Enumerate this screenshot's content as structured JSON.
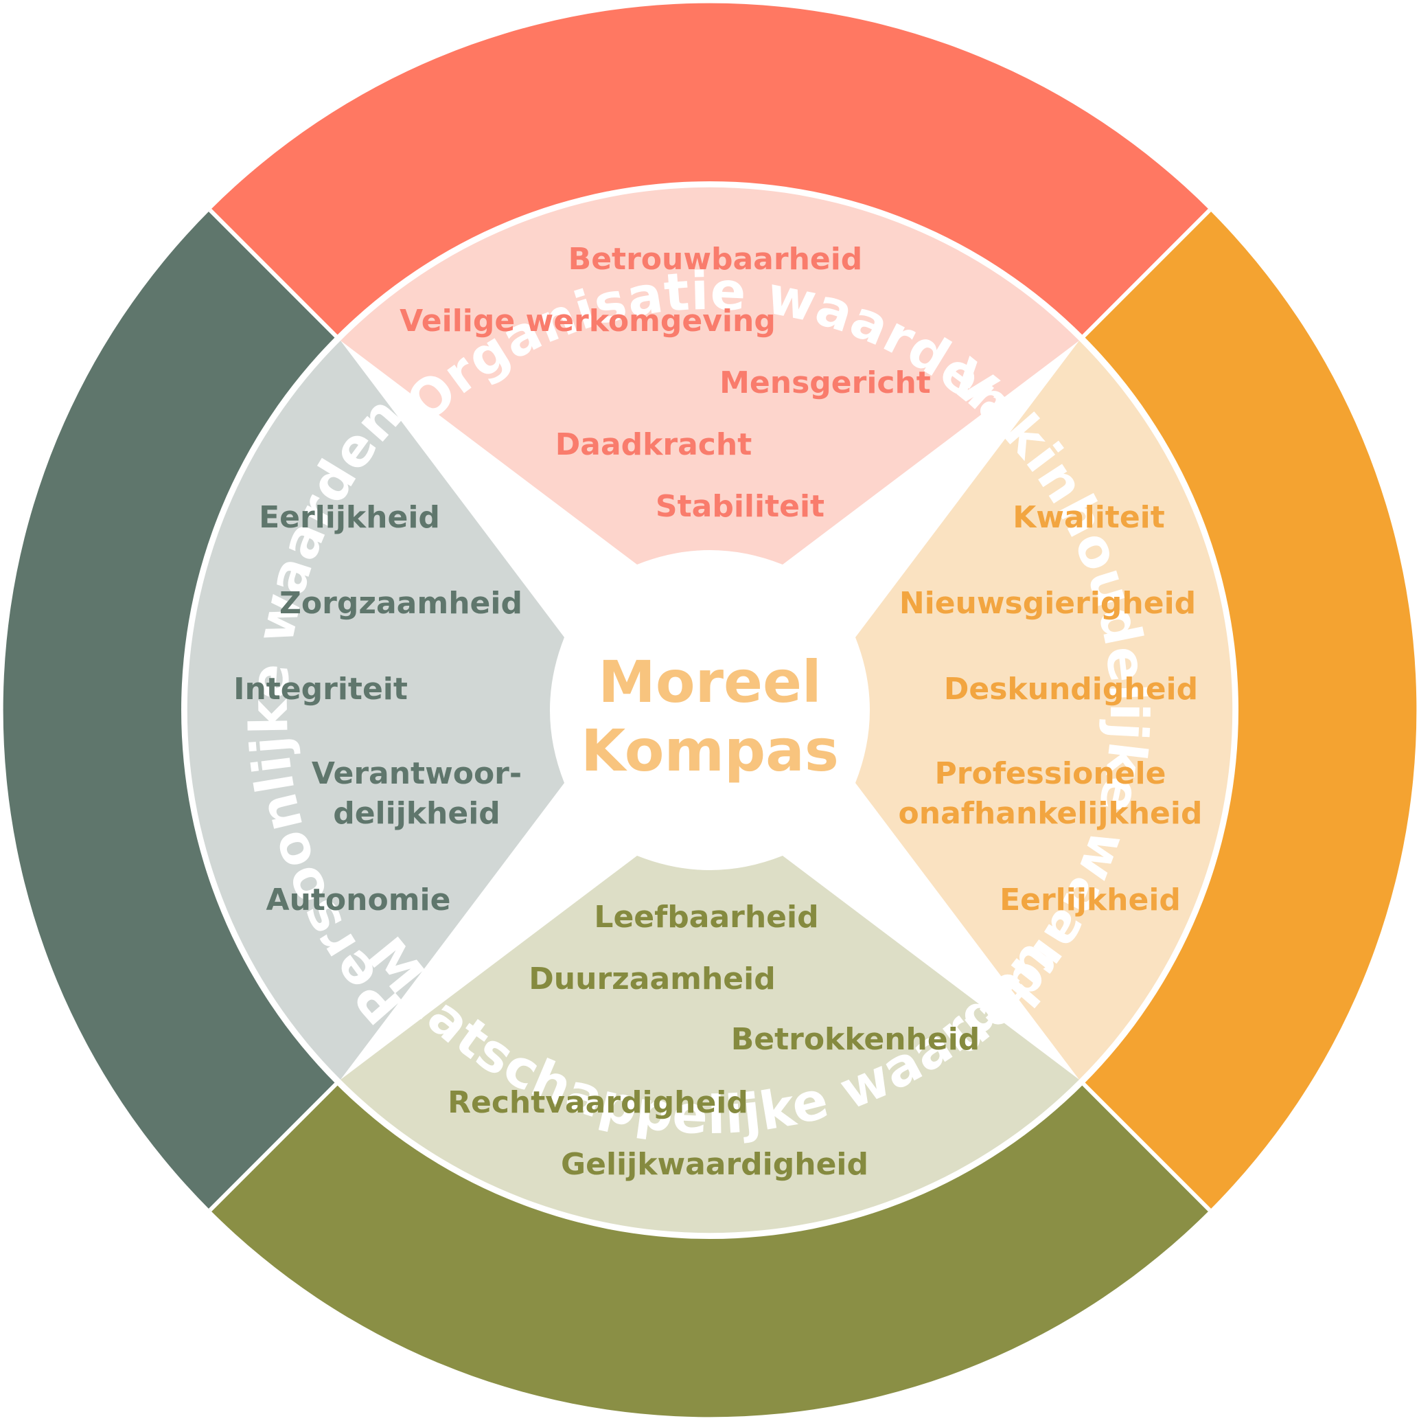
{
  "center": {
    "line1": "Moreel",
    "line2": "Kompas",
    "color": "#F8C47E"
  },
  "quadrants": {
    "top": {
      "title": "Organisatie waarden",
      "ring_color": "#FF7862",
      "fill_color": "#FDD5CC",
      "text_color": "#F97C6C",
      "items": [
        "Betrouwbaarheid",
        "Veilige werkomgeving",
        "Mensgericht",
        "Daadkracht",
        "Stabiliteit"
      ]
    },
    "right": {
      "title": "Vakinhoudelijke waarden",
      "ring_color": "#F4A331",
      "fill_color": "#FAE2C1",
      "text_color": "#F2A540",
      "items": [
        "Kwaliteit",
        "Nieuwsgierigheid",
        "Deskundigheid",
        "Professionele",
        "onafhankelijkheid",
        "Eerlijkheid"
      ]
    },
    "bottom": {
      "title": "Maatschappelijke waarden",
      "ring_color": "#8A8F45",
      "fill_color": "#DDDEC6",
      "text_color": "#858A3F",
      "items": [
        "Leefbaarheid",
        "Duurzaamheid",
        "Betrokkenheid",
        "Rechtvaardigheid",
        "Gelijkwaardigheid"
      ]
    },
    "left": {
      "title": "Persoonlijke waarden",
      "ring_color": "#5F766C",
      "fill_color": "#D1D7D5",
      "text_color": "#5F766C",
      "items": [
        "Eerlijkheid",
        "Zorgzaamheid",
        "Integriteit",
        "Verantwoor-",
        "delijkheid",
        "Autonomie"
      ]
    }
  }
}
